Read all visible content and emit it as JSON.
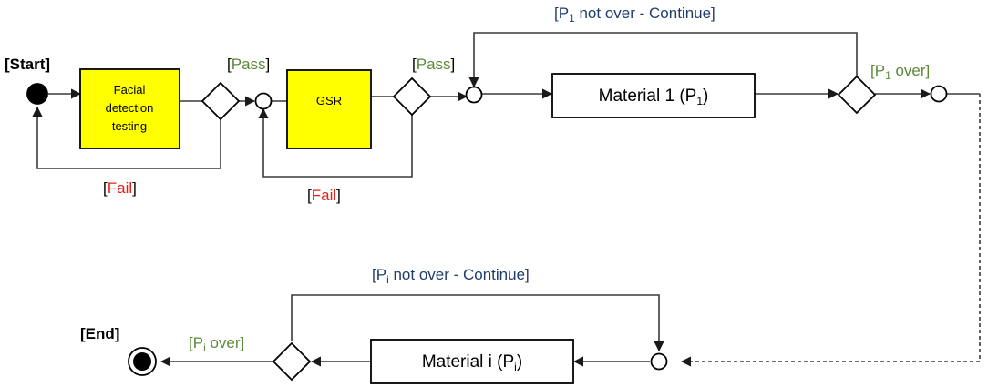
{
  "labels": {
    "start": {
      "open": "[",
      "word": "Start",
      "close": "]"
    },
    "end": {
      "open": "[",
      "word": "End",
      "close": "]"
    },
    "pass1": {
      "open": "[",
      "word": "Pass",
      "close": "]"
    },
    "pass2": {
      "open": "[",
      "word": "Pass",
      "close": "]"
    },
    "fail1": {
      "open": "[",
      "word": "Fail",
      "close": "]"
    },
    "fail2": {
      "open": "[",
      "word": "Fail",
      "close": "]"
    },
    "p1_continue": {
      "open": "[P",
      "sub": "1",
      "rest": " not over - Continue]"
    },
    "p1_over": {
      "open": "[P",
      "sub": "1",
      "rest": " over]"
    },
    "pi_continue": {
      "open": "[P",
      "sub": "i",
      "rest": " not over - Continue]"
    },
    "pi_over": {
      "open": "[P",
      "sub": "i",
      "rest": " over]"
    }
  },
  "boxes": {
    "facial": {
      "line1": "Facial",
      "line2": "detection",
      "line3": "testing"
    },
    "gsr": {
      "text": "GSR"
    },
    "material1": {
      "pre": "Material 1 (P",
      "sub": "1",
      "post": ")"
    },
    "materiali": {
      "pre": "Material i (P",
      "sub": "i",
      "post": ")"
    }
  },
  "colors": {
    "pass": "#5b8a3a",
    "fail": "#e0201b",
    "continue": "#1f3d6b",
    "box_fill": "#ffff00",
    "node": "#000000"
  }
}
